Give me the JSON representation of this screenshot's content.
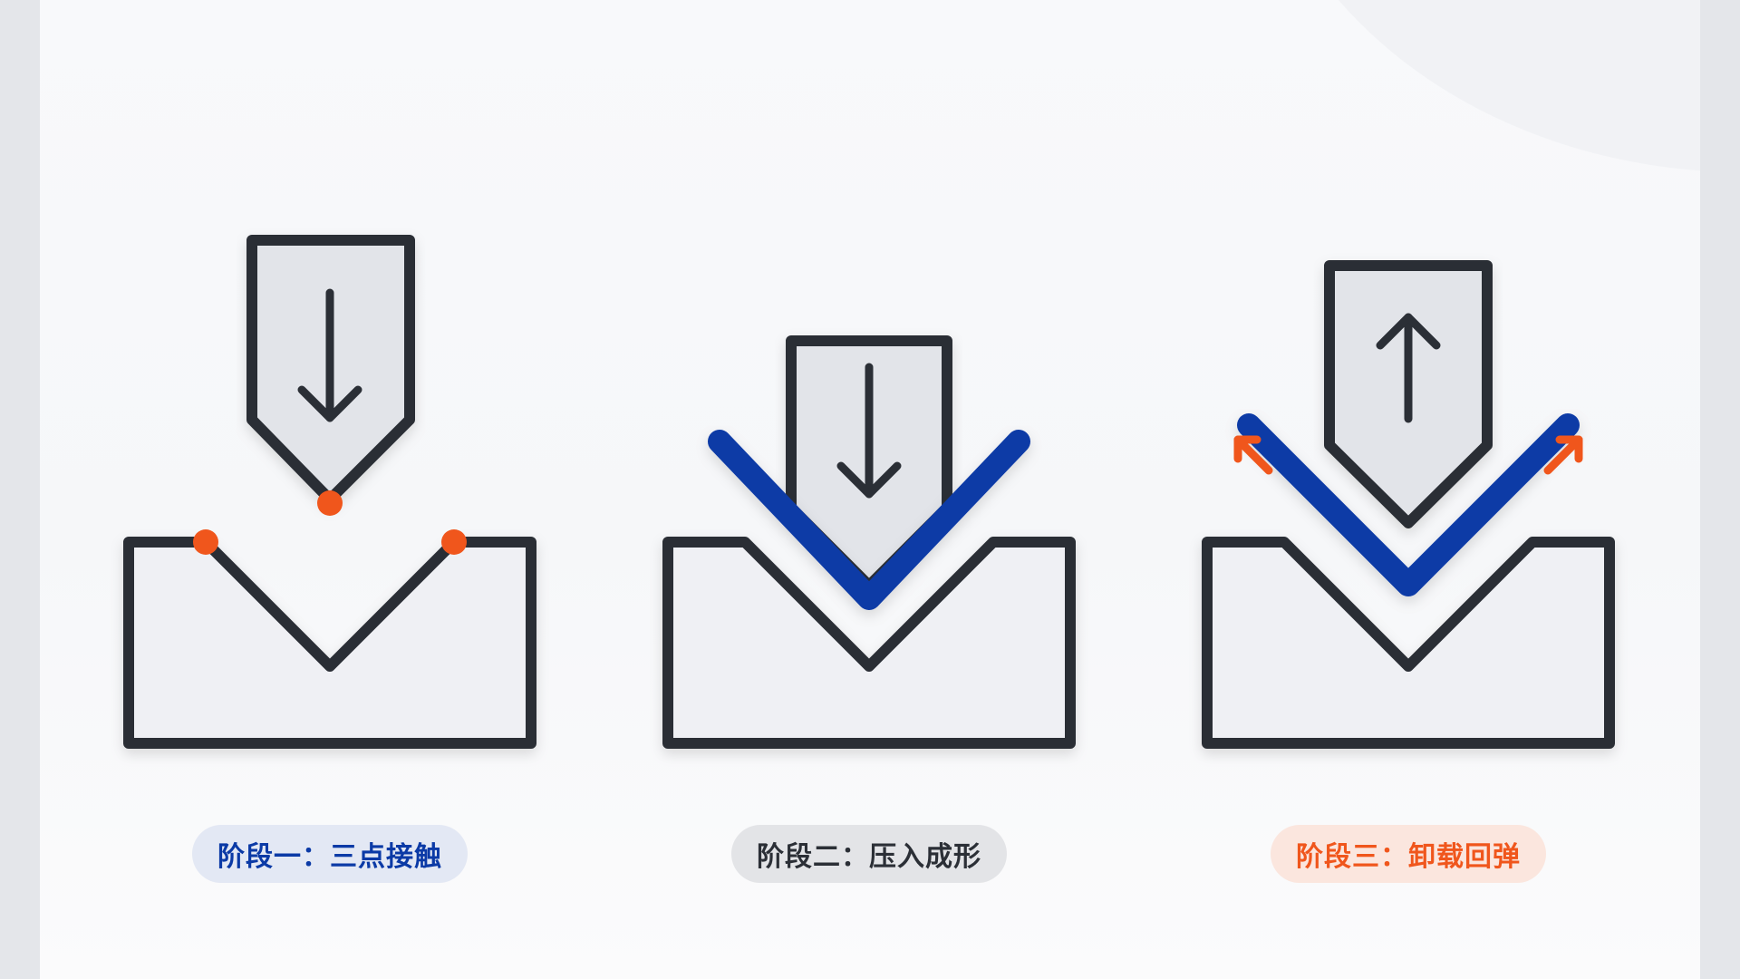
{
  "stages": [
    {
      "label": "阶段一：三点接触",
      "accent": "#0b3aa6"
    },
    {
      "label": "阶段二：压入成形",
      "accent": "#2b2f36"
    },
    {
      "label": "阶段三：卸载回弹",
      "accent": "#f0561c"
    }
  ],
  "colors": {
    "outline": "#2b2f36",
    "fill": "#eff0f4",
    "punch_fill": "#e2e4e9",
    "sheet": "#0b3aa6",
    "contact": "#f0561c"
  },
  "icons": [
    "down-arrow-icon",
    "down-arrow-icon",
    "up-arrow-icon",
    "springback-arrow-icon"
  ]
}
